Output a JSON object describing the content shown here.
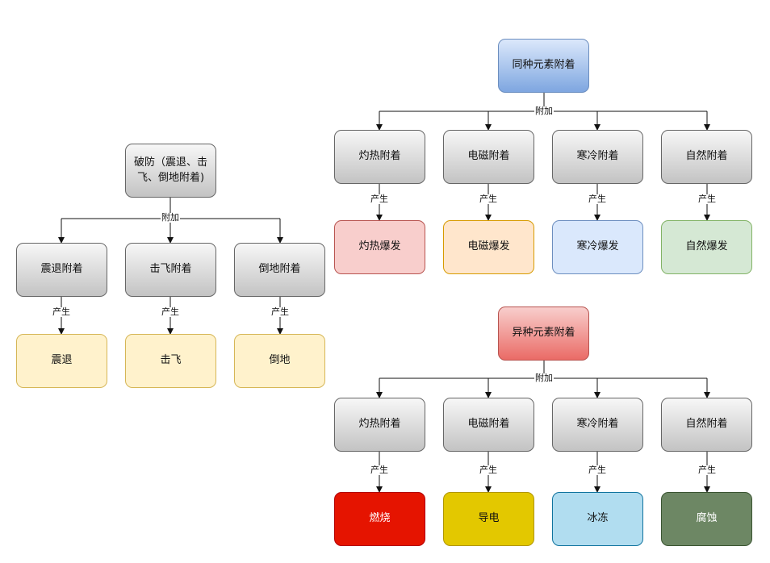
{
  "left_tree": {
    "root": "破防（震退、击飞、倒地附着)",
    "edge_label": "附加",
    "children": [
      {
        "label": "震退附着",
        "edge": "产生",
        "result": "震退"
      },
      {
        "label": "击飞附着",
        "edge": "产生",
        "result": "击飞"
      },
      {
        "label": "倒地附着",
        "edge": "产生",
        "result": "倒地"
      }
    ]
  },
  "same_element_tree": {
    "root": "同种元素附着",
    "edge_label": "附加",
    "children": [
      {
        "label": "灼热附着",
        "edge": "产生",
        "result": "灼热爆发"
      },
      {
        "label": "电磁附着",
        "edge": "产生",
        "result": "电磁爆发"
      },
      {
        "label": "寒冷附着",
        "edge": "产生",
        "result": "寒冷爆发"
      },
      {
        "label": "自然附着",
        "edge": "产生",
        "result": "自然爆发"
      }
    ]
  },
  "diff_element_tree": {
    "root": "异种元素附着",
    "edge_label": "附加",
    "children": [
      {
        "label": "灼热附着",
        "edge": "产生",
        "result": "燃烧"
      },
      {
        "label": "电磁附着",
        "edge": "产生",
        "result": "导电"
      },
      {
        "label": "寒冷附着",
        "edge": "产生",
        "result": "冰冻"
      },
      {
        "label": "自然附着",
        "edge": "产生",
        "result": "腐蚀"
      }
    ]
  },
  "colors": {
    "gray_node": "#c3c3c3",
    "blue_root": "#7ea6e0",
    "red_root": "#ea6b66",
    "burst_heat": "#f8cecc",
    "burst_em": "#ffe6cc",
    "burst_cold": "#dae8fc",
    "burst_nature": "#d5e8d4",
    "break_result": "#fff2cc",
    "burn": "#e51400",
    "conduct": "#e3c800",
    "freeze": "#b1ddf0",
    "corrode": "#6d8764"
  }
}
